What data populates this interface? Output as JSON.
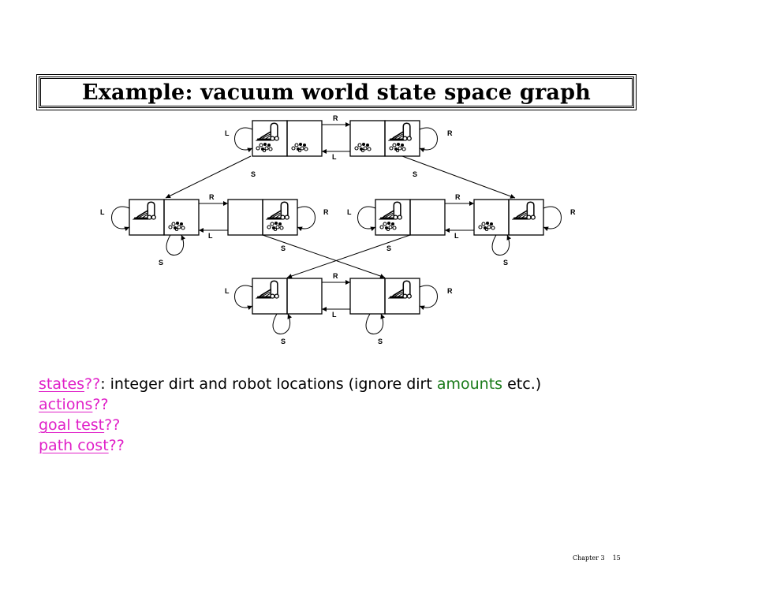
{
  "title": "Example: vacuum world state space graph",
  "diagram": {
    "labels": {
      "right": "R",
      "left": "L",
      "suck": "S"
    },
    "icons": [
      "vacuum-icon",
      "dirt-icon"
    ]
  },
  "questions": [
    {
      "link": "states",
      "qq": "??",
      "rest1": ": integer dirt and robot locations (ignore dirt ",
      "green": "amounts",
      "rest2": " etc.)"
    },
    {
      "link": "actions",
      "qq": "??"
    },
    {
      "link": "goal test",
      "qq": "??"
    },
    {
      "link": "path cost",
      "qq": "??"
    }
  ],
  "footer": {
    "chapter": "Chapter 3",
    "page": "15"
  }
}
